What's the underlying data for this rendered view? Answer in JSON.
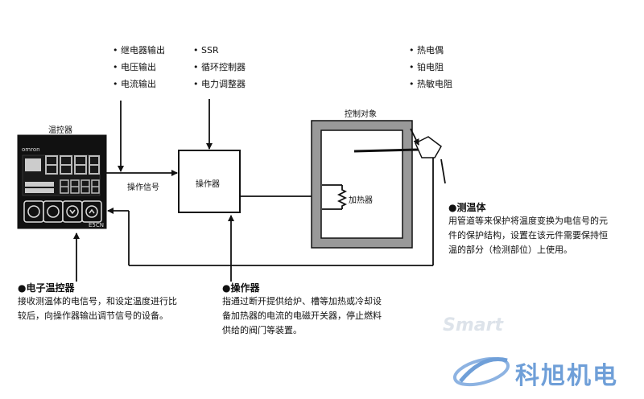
{
  "output_types": [
    "• 继电器输出",
    "• 电压输出",
    "• 电流输出"
  ],
  "operator_types": [
    "• SSR",
    "• 循环控制器",
    "• 电力调整器"
  ],
  "sensor_types": [
    "• 热电偶",
    "• 铂电阻",
    "• 热敏电阻"
  ],
  "controller_title": "温控器",
  "controller_brand": "omron",
  "controller_model": "E5CN",
  "signal_label": "操作信号",
  "operator_box_label": "操作器",
  "controlled_object_label": "控制对象",
  "heater_label": "加热器",
  "sensor_section": {
    "title": "●测温体",
    "text": [
      "用管道等来保护将温度变换为电信号的元",
      "件的保护结构，设置在该元件需要保持恒",
      "温的部分（检测部位）上使用。"
    ]
  },
  "controller_section": {
    "title": "●电子温控器",
    "text": [
      "接收测温体的电信号，和设定温度进行比",
      "较后，向操作器输出调节信号的设备。"
    ]
  },
  "operator_section": {
    "title": "●操作器",
    "text": [
      "指通过断开提供给炉、槽等加热或冷却设",
      "备加热器的电流的电磁开关器，停止燃料",
      "供给的阀门等装置。"
    ]
  },
  "watermark": "科旭机电",
  "background_mark": "Smart"
}
